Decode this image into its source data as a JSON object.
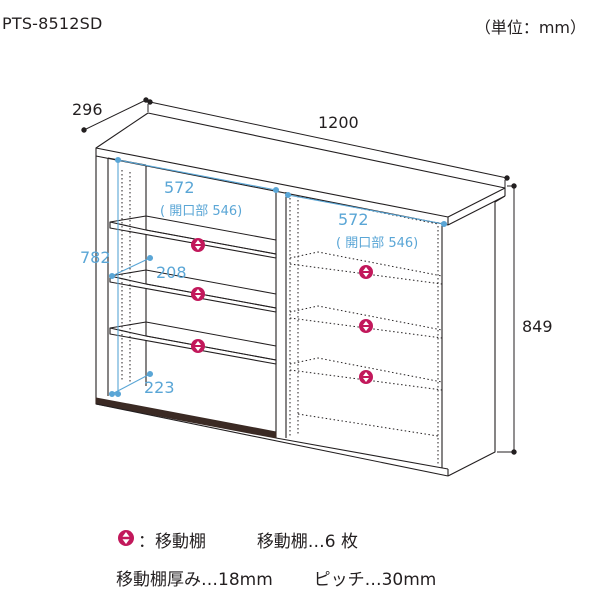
{
  "header": {
    "model": "PTS-8512SD",
    "unit": "（単位：mm）"
  },
  "dimensions": {
    "depth": "296",
    "width": "1200",
    "height": "849",
    "inner_height": "782",
    "left_opening_width": "572",
    "left_opening_sub": "( 開口部 546)",
    "right_opening_width": "572",
    "right_opening_sub": "( 開口部 546)",
    "shelf_depth_upper": "208",
    "shelf_depth_lower": "223"
  },
  "legend": {
    "icon_label": "：移動棚",
    "shelf_count": "移動棚…6 枚",
    "shelf_thickness": "移動棚厚み…18mm",
    "pitch": "ピッチ…30mm"
  },
  "colors": {
    "line": "#231f20",
    "accent_blue": "#5aa6d6",
    "badge": "#c2185b",
    "door_rail": "#3b2a24"
  }
}
